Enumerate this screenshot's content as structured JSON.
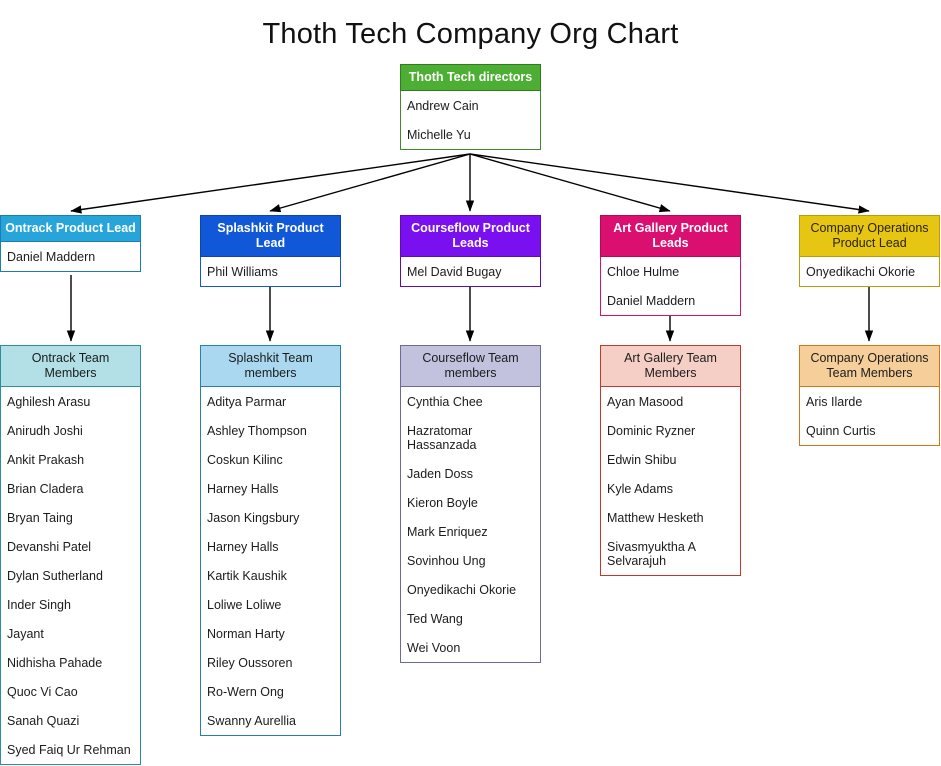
{
  "title": "Thoth Tech Company Org Chart",
  "colors": {
    "root_header": "#4CAF33",
    "ontrack_lead": "#27A5DA",
    "splashkit_lead": "#1158D8",
    "courseflow_lead": "#7A0FF0",
    "artgallery_lead": "#DB0F70",
    "companyops_lead": "#E6C513",
    "ontrack_team": "#B2E0E6",
    "splashkit_team": "#A9D8F0",
    "courseflow_team": "#C2C2DE",
    "artgallery_team": "#F5CFC6",
    "companyops_team": "#F6CE9A",
    "connector": "#000000"
  },
  "root": {
    "header": "Thoth Tech directors",
    "members": [
      "Andrew Cain",
      "Michelle Yu"
    ]
  },
  "leads": [
    {
      "id": "ontrack",
      "header": "Ontrack Product Lead",
      "members": [
        "Daniel Maddern"
      ]
    },
    {
      "id": "splashkit",
      "header": "Splashkit Product Lead",
      "members": [
        "Phil Williams"
      ]
    },
    {
      "id": "courseflow",
      "header": "Courseflow Product Leads",
      "members": [
        "Mel David Bugay"
      ]
    },
    {
      "id": "artgallery",
      "header": "Art Gallery Product Leads",
      "members": [
        "Chloe Hulme",
        "Daniel Maddern"
      ]
    },
    {
      "id": "companyops",
      "header": "Company Operations Product Lead",
      "members": [
        "Onyedikachi Okorie"
      ]
    }
  ],
  "teams": [
    {
      "id": "ontrack",
      "header": "Ontrack Team Members",
      "members": [
        "Aghilesh Arasu",
        "Anirudh Joshi",
        "Ankit Prakash",
        "Brian Cladera",
        "Bryan Taing",
        "Devanshi Patel",
        "Dylan Sutherland",
        "Inder Singh",
        "Jayant",
        "Nidhisha Pahade",
        "Quoc Vi Cao",
        "Sanah Quazi",
        "Syed Faiq Ur Rehman"
      ]
    },
    {
      "id": "splashkit",
      "header": "Splashkit Team members",
      "members": [
        "Aditya Parmar",
        "Ashley Thompson",
        "Coskun Kilinc",
        "Harney Halls",
        "Jason Kingsbury",
        "Harney Halls",
        "Kartik Kaushik",
        "Loliwe Loliwe",
        "Norman Harty",
        "Riley Oussoren",
        "Ro-Wern Ong",
        "Swanny Aurellia"
      ]
    },
    {
      "id": "courseflow",
      "header": "Courseflow Team members",
      "members": [
        "Cynthia Chee",
        "Hazratomar Hassanzada",
        "Jaden Doss",
        "Kieron Boyle",
        "Mark Enriquez",
        "Sovinhou Ung",
        "Onyedikachi Okorie",
        "Ted Wang",
        "Wei Voon"
      ]
    },
    {
      "id": "artgallery",
      "header": "Art Gallery Team Members",
      "members": [
        "Ayan Masood",
        "Dominic Ryzner",
        "Edwin Shibu",
        "Kyle Adams",
        "Matthew Hesketh",
        "Sivasmyuktha A Selvarajuh"
      ]
    },
    {
      "id": "companyops",
      "header": "Company Operations Team Members",
      "members": [
        "Aris Ilarde",
        "Quinn Curtis"
      ]
    }
  ]
}
